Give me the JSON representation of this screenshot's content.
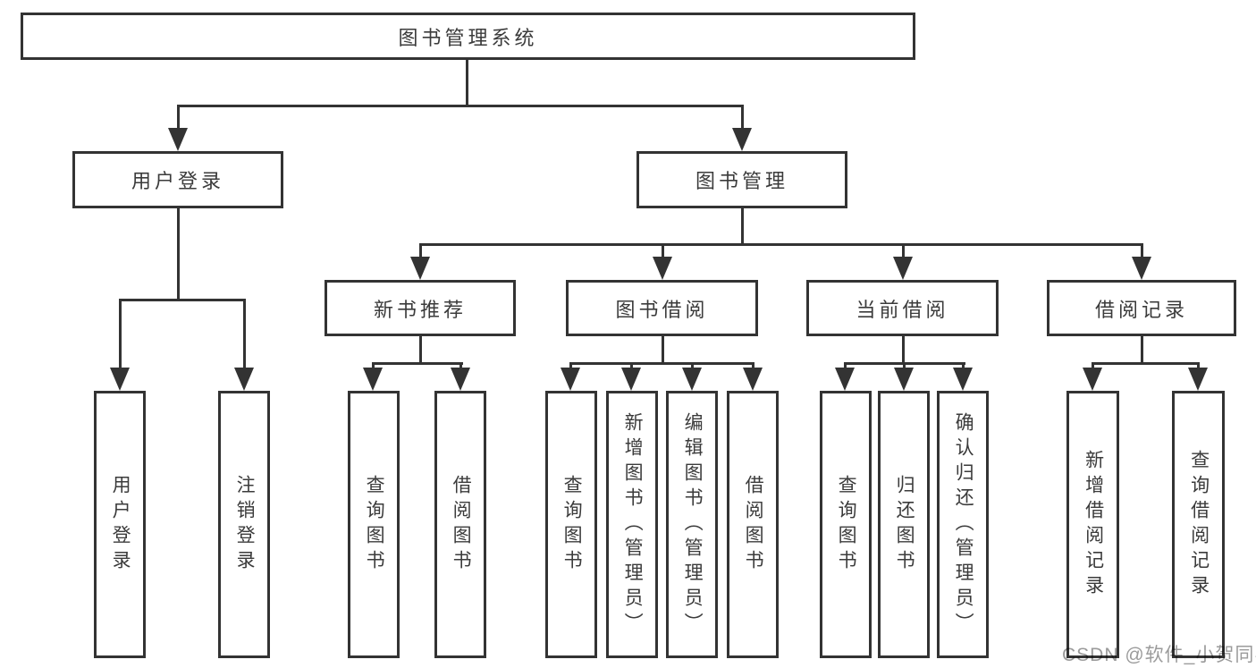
{
  "diagram": {
    "root": {
      "label": "图书管理系统"
    },
    "level1": [
      {
        "label": "用户登录"
      },
      {
        "label": "图书管理"
      }
    ],
    "level2": [
      {
        "label": "新书推荐"
      },
      {
        "label": "图书借阅"
      },
      {
        "label": "当前借阅"
      },
      {
        "label": "借阅记录"
      }
    ],
    "leaves": [
      "用户登录",
      "注销登录",
      "查询图书",
      "借阅图书",
      "查询图书",
      "新增图书（管理员）",
      "编辑图书（管理员）",
      "借阅图书",
      "查询图书",
      "归还图书",
      "确认归还（管理员）",
      "新增借阅记录",
      "查询借阅记录"
    ],
    "watermark": "CSDN @软件_小贺同学",
    "colors": {
      "line": "#333333",
      "text": "#3b3b3b",
      "box_fill": "#ffffff",
      "watermark": "#9b9b9b",
      "background": "#ffffff"
    }
  }
}
